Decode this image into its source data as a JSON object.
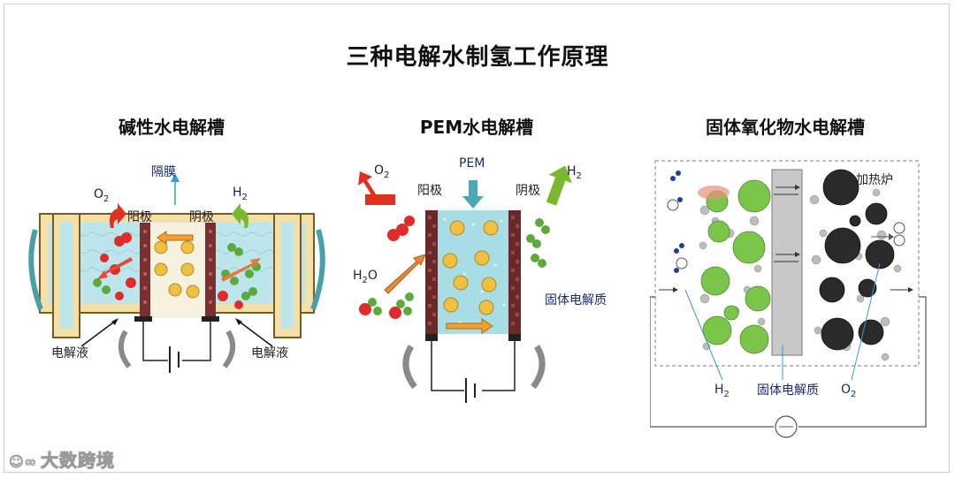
{
  "title": "三种电解水制氢工作原理",
  "panels": [
    {
      "title": "碱性水电解槽",
      "labels": {
        "diaphragm": "隔膜",
        "o2": "O",
        "o2_sub": "2",
        "h2": "H",
        "h2_sub": "2",
        "anode": "阳极",
        "cathode": "阴极",
        "electrolyte_left": "电解液",
        "electrolyte_right": "电解液"
      }
    },
    {
      "title": "PEM水电解槽",
      "labels": {
        "o2": "O",
        "o2_sub": "2",
        "pem": "PEM",
        "h2": "H",
        "h2_sub": "2",
        "anode": "阳极",
        "cathode": "阴极",
        "h2o": "H",
        "h2o_sub": "2",
        "h2o_tail": "O",
        "solid_electrolyte": "固体电解质"
      }
    },
    {
      "title": "固体氧化物水电解槽",
      "labels": {
        "furnace": "加热炉",
        "h2": "H",
        "h2_sub": "2",
        "solid_electrolyte": "固体电解质",
        "o2": "O",
        "o2_sub": "2"
      }
    }
  ],
  "watermark": "大数跨境",
  "colors": {
    "oxygen": "#e02b2b",
    "hydrogen": "#5aaa3c",
    "ion": "#f0c040",
    "electrolyte": "#a8dde6",
    "electrode": "#7a3030",
    "arrow_blue": "#2e9fd8",
    "sofc_black": "#2a2a2a",
    "sofc_green": "#7ac54a"
  }
}
